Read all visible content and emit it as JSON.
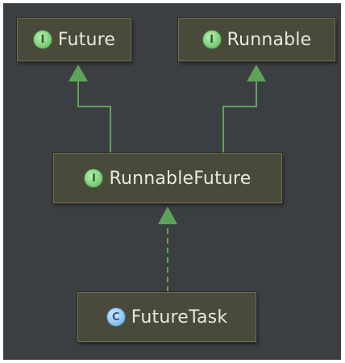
{
  "diagram": {
    "nodes": {
      "future": {
        "label": "Future",
        "kind_letter": "I",
        "kind": "interface"
      },
      "runnable": {
        "label": "Runnable",
        "kind_letter": "I",
        "kind": "interface"
      },
      "runnable_future": {
        "label": "RunnableFuture",
        "kind_letter": "I",
        "kind": "interface"
      },
      "future_task": {
        "label": "FutureTask",
        "kind_letter": "C",
        "kind": "class"
      }
    },
    "edges": [
      {
        "from": "runnable_future",
        "to": "future",
        "type": "extends",
        "style": "solid"
      },
      {
        "from": "runnable_future",
        "to": "runnable",
        "type": "extends",
        "style": "solid"
      },
      {
        "from": "future_task",
        "to": "runnable_future",
        "type": "implements",
        "style": "dashed"
      }
    ]
  },
  "colors": {
    "background": "#3c3f41",
    "node_fill": "#4a4a3a",
    "edge": "#5fa35a",
    "text": "#e8e8e0"
  }
}
